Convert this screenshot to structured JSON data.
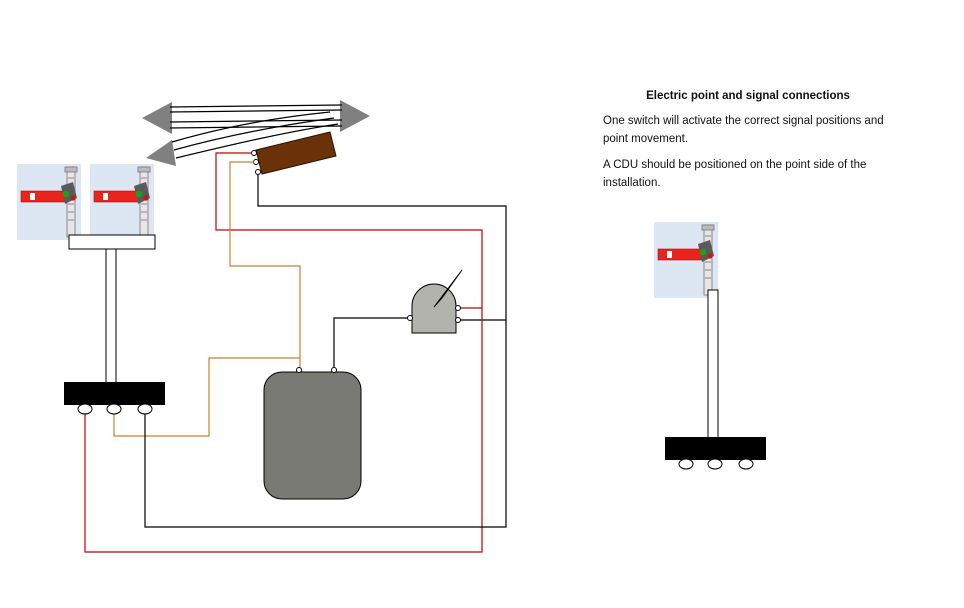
{
  "notes": {
    "title": "Electric point and signal connections",
    "para1": "One switch will activate the correct signal positions and point movement.",
    "para2": "A CDU should be positioned on the point side of the installation."
  },
  "colors": {
    "wire_red": "#c00000",
    "wire_orange": "#c8822c",
    "wire_black": "#000000",
    "signal_red": "#e8241c",
    "signal_bg": "#dde6f3",
    "point_motor": "#6b3108",
    "cdu_gray": "#7a7a74",
    "switch_gray": "#b3b3ad",
    "track_arrow": "#808080"
  },
  "icons": {
    "semaphore": "semaphore-signal-icon",
    "point_motor": "point-motor-icon",
    "switch": "lever-switch-icon",
    "cdu": "capacitor-discharge-unit-icon"
  }
}
